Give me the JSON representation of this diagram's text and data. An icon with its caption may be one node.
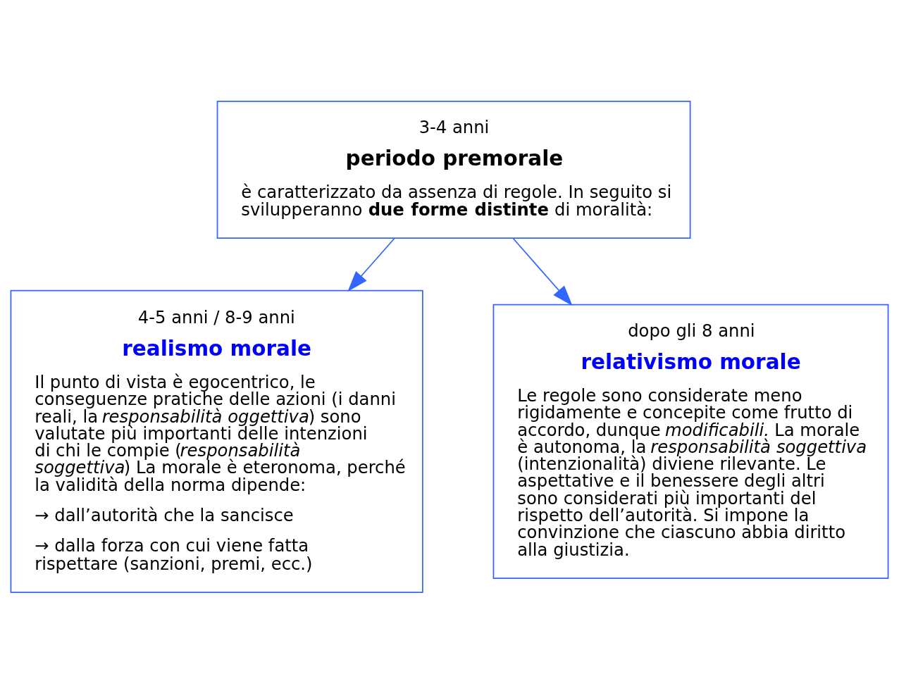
{
  "diagram": {
    "nodes": [
      {
        "text": [
          "3-4 anni",
          "periodo premorale",
          "è caratterizzato da assenza di regole. In seguito si svilupperanno **due forme distinte** di moralità:"
        ]
      },
      {
        "text": [
          "4-5 anni / 8-9 anni",
          "realismo morale",
          "Il punto di vista è egocentrico, le conseguenze pratiche delle azioni (i danni reali, la *responsabilità oggettiva*) sono valutate più importanti delle intenzioni di chi le compie (*responsabilità soggettiva*) La morale è eteronoma, perché la validità della norma dipende:",
          "→ dall’autorità che la sancisce",
          "→ dalla forza con cui viene fatta rispettare (sanzioni, premi, ecc.)"
        ]
      },
      {
        "text": [
          "dopo gli 8 anni",
          "relativismo morale",
          "Le regole sono considerate meno rigidamente e concepite come frutto di accordo, dunque *modificabili.* La morale è autonoma, la *responsabilità soggettiva* (intenzionalità) diviene rilevante. Le aspettative e il benessere degli altri sono considerati più importanti del rispetto dell’autorità. Si impone la convinzione che ciascuno abbia diritto alla giustizia."
        ]
      }
    ],
    "edges": [
      {
        "from": 0,
        "to": 1,
        "arrow": "to"
      },
      {
        "from": 0,
        "to": 2,
        "arrow": "to"
      }
    ]
  }
}
